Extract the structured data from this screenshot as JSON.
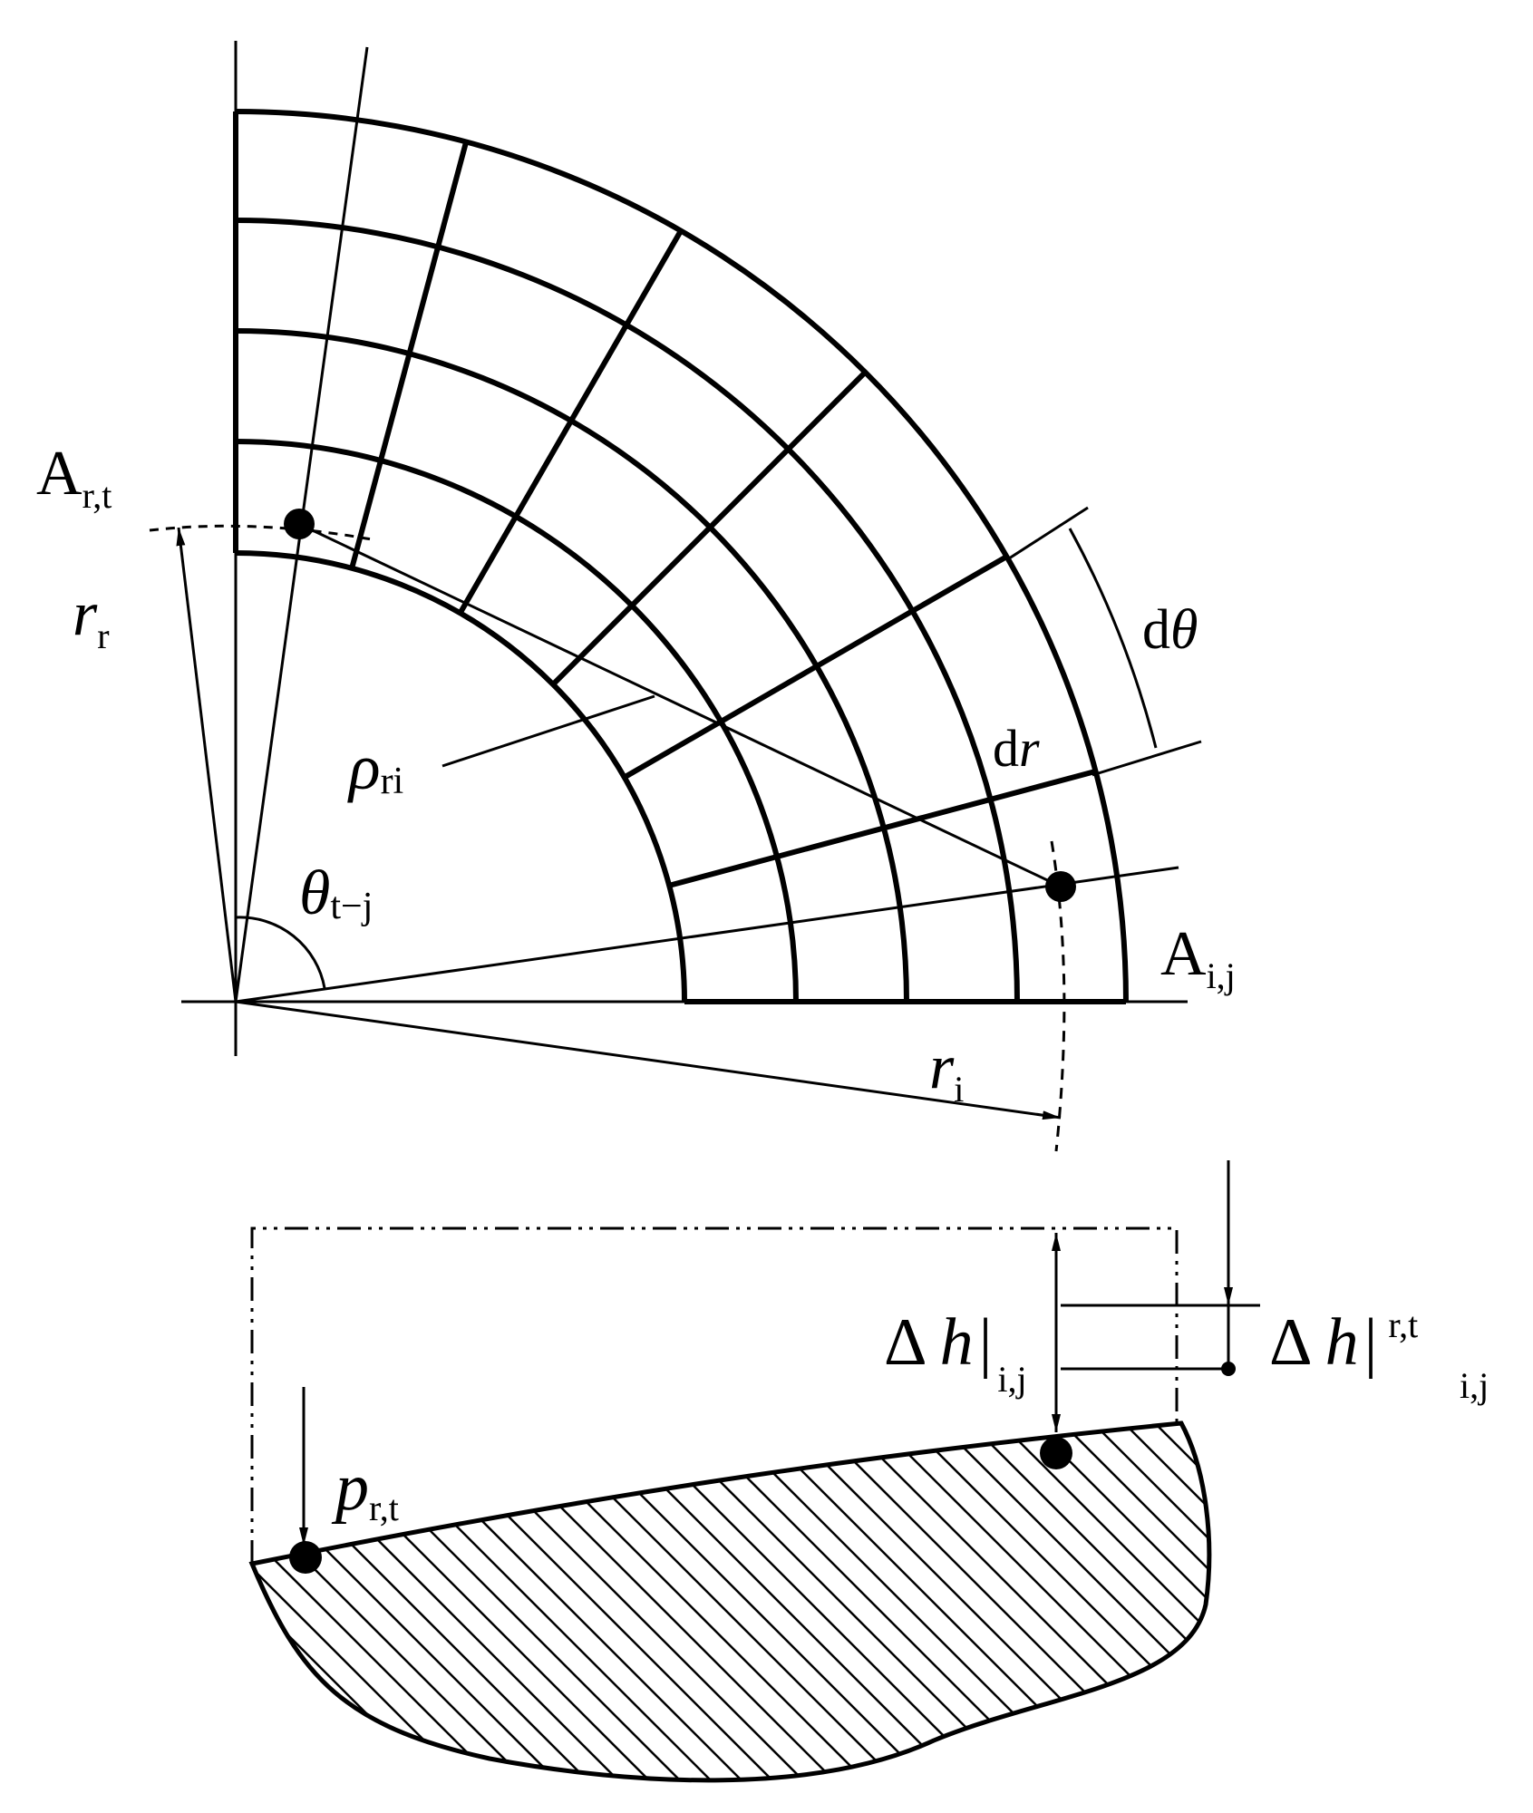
{
  "labels": {
    "A_rt": {
      "base": "A",
      "sub": "r,t"
    },
    "r_r": {
      "base": "r",
      "sub": "r"
    },
    "rho_ri": {
      "base": "ρ",
      "sub": "ri"
    },
    "theta_tj": {
      "base": "θ",
      "sub": "t−j"
    },
    "d_theta": {
      "d": "d",
      "sym": "θ"
    },
    "d_r": {
      "d": "d",
      "sym": "r"
    },
    "A_ij": {
      "base": "A",
      "sub": "i,j"
    },
    "r_i": {
      "base": "r",
      "sub": "i"
    },
    "dh_ij": {
      "delta": "Δ",
      "h": "h",
      "bar": "|",
      "sub": "i,j"
    },
    "dh_rt_ij": {
      "delta": "Δ",
      "h": "h",
      "bar": "|",
      "sup": "r,t",
      "sub": "i,j"
    },
    "p_rt": {
      "base": "p",
      "sub": "r,t"
    }
  }
}
